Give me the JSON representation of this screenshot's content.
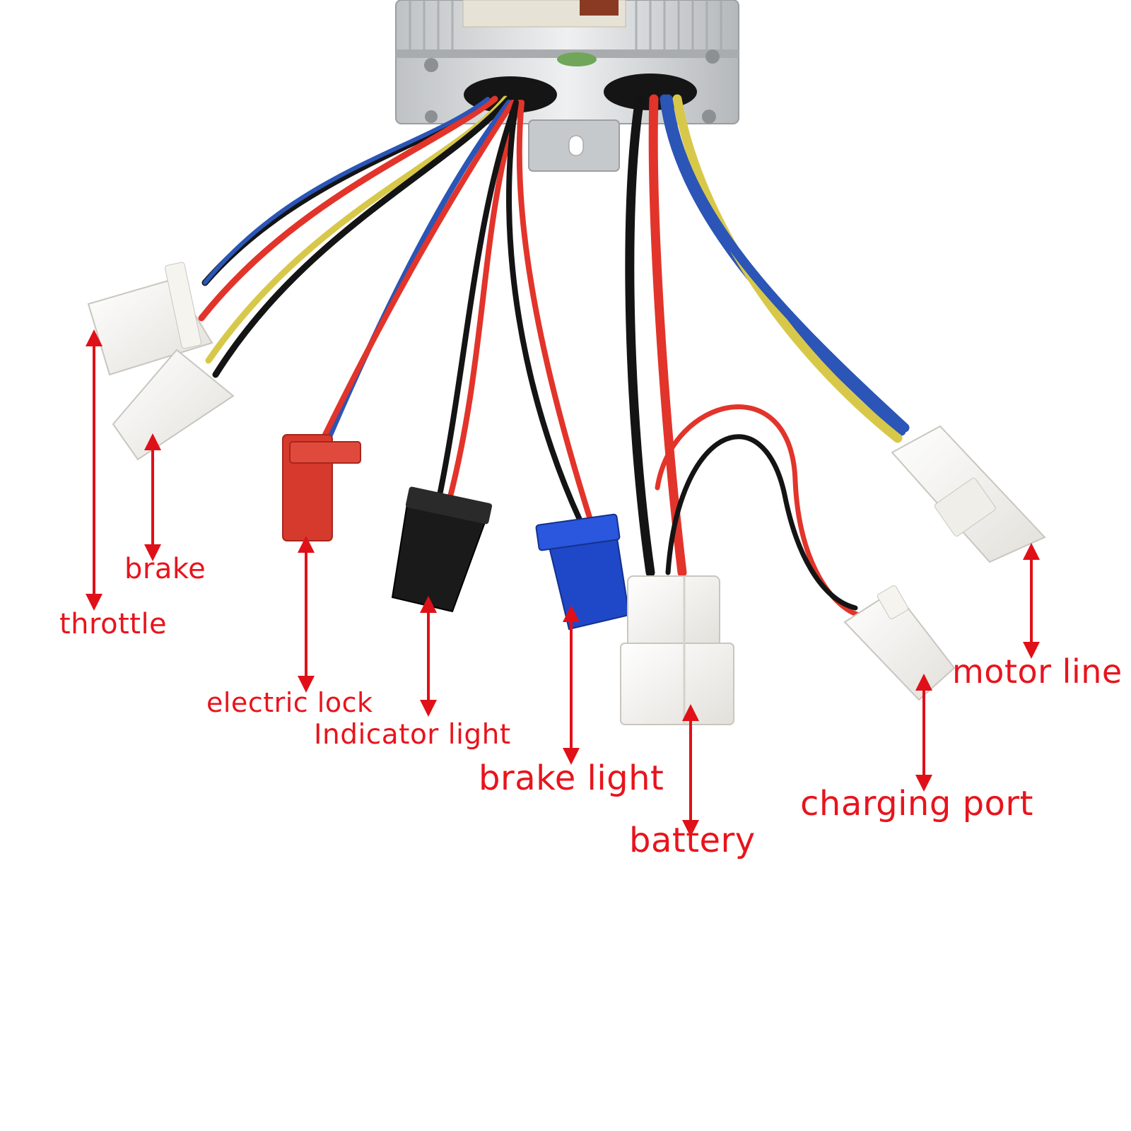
{
  "colors": {
    "label": "#e8141c",
    "arrow": "#e01018",
    "wire_red": "#e2342a",
    "wire_black": "#141414",
    "wire_blue": "#2b55b6",
    "wire_yellow": "#d8c84a",
    "connector_white": "#f3f1ec",
    "connector_red": "#d63a2c",
    "connector_black": "#1a1a1a",
    "connector_blue": "#1f48c8",
    "housing_silver": "#cfd2d4"
  },
  "labels": {
    "throttle": "throttle",
    "brake": "brake",
    "electric_lock": "electric lock",
    "indicator_light": "Indicator light",
    "brake_light": "brake light",
    "battery": "battery",
    "charging_port": "charging port",
    "motor_line": "motor line"
  }
}
